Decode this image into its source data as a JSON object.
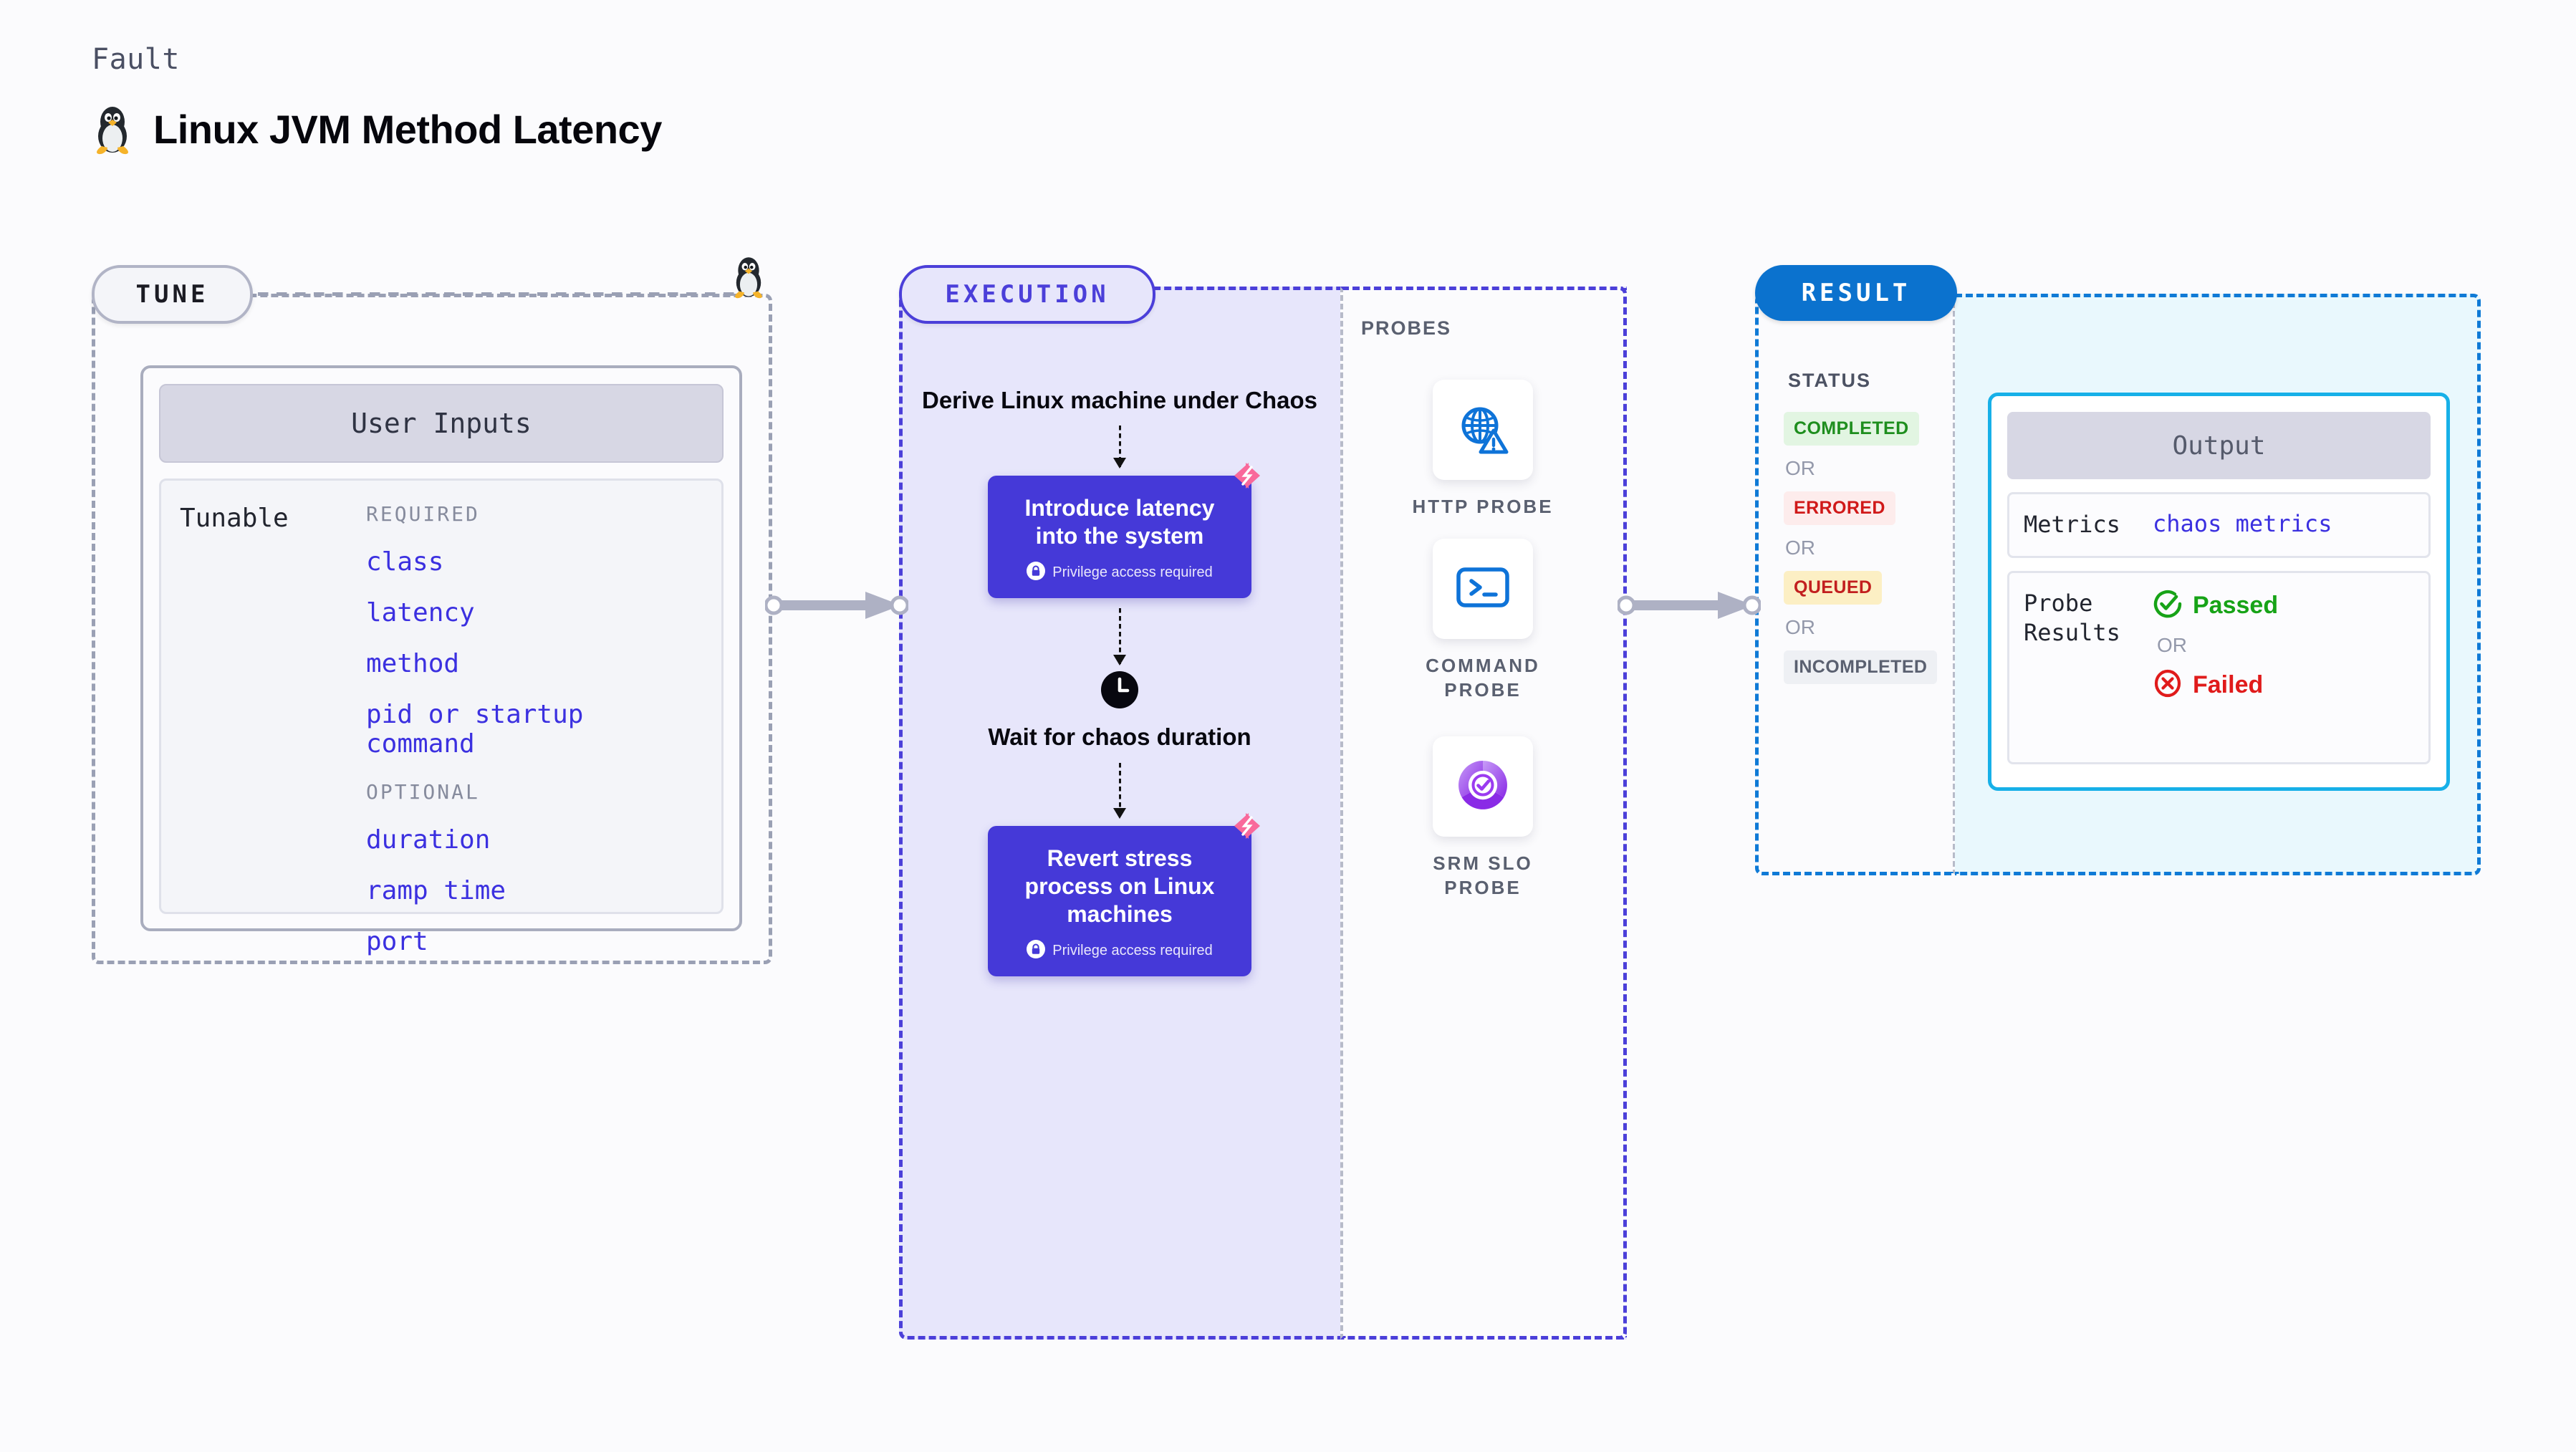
{
  "header": {
    "fault_label": "Fault",
    "title": "Linux JVM Method Latency",
    "icon": "linux-penguin-icon"
  },
  "tune": {
    "pill_label": "TUNE",
    "card_title": "User Inputs",
    "tunable_label": "Tunable",
    "required_label": "REQUIRED",
    "optional_label": "OPTIONAL",
    "required": [
      "class",
      "latency",
      "method",
      "pid or startup command"
    ],
    "optional": [
      "duration",
      "ramp time",
      "port"
    ]
  },
  "execution": {
    "pill_label": "EXECUTION",
    "derive_step": "Derive Linux machine under Chaos",
    "node_1": {
      "title": "Introduce latency into the system",
      "privilege_note": "Privilege access required",
      "badge": "chaos-bolt-icon"
    },
    "wait_step": {
      "icon": "clock-icon",
      "label": "Wait for chaos duration"
    },
    "node_2": {
      "title": "Revert stress process on Linux machines",
      "privilege_note": "Privilege access required",
      "badge": "chaos-bolt-icon"
    }
  },
  "probes": {
    "title": "PROBES",
    "items": [
      {
        "label": "HTTP PROBE",
        "icon": "globe-warning-icon"
      },
      {
        "label": "COMMAND PROBE",
        "icon": "terminal-icon"
      },
      {
        "label": "SRM SLO PROBE",
        "icon": "slo-donut-check-icon"
      }
    ]
  },
  "result": {
    "pill_label": "RESULT",
    "status_title": "STATUS",
    "or_label": "OR",
    "statuses": [
      {
        "label": "COMPLETED",
        "fg": "#1e8e1e",
        "bg": "#e2f5e2"
      },
      {
        "label": "ERRORED",
        "fg": "#d01919",
        "bg": "#fdecec"
      },
      {
        "label": "QUEUED",
        "fg": "#c21f1f",
        "bg": "#fcefc4"
      },
      {
        "label": "INCOMPLETED",
        "fg": "#5a6070",
        "bg": "#eef0f4"
      }
    ],
    "output": {
      "header": "Output",
      "metrics_label": "Metrics",
      "metrics_value": "chaos metrics",
      "probe_results_label": "Probe Results",
      "passed_label": "Passed",
      "failed_label": "Failed",
      "or_label": "OR"
    }
  },
  "colors": {
    "indigo": "#4539d8",
    "result_blue": "#0b72ce",
    "output_cyan": "#17b0e8",
    "pink_badge": "#f9699b",
    "tunable_blue": "#3b30e0"
  }
}
